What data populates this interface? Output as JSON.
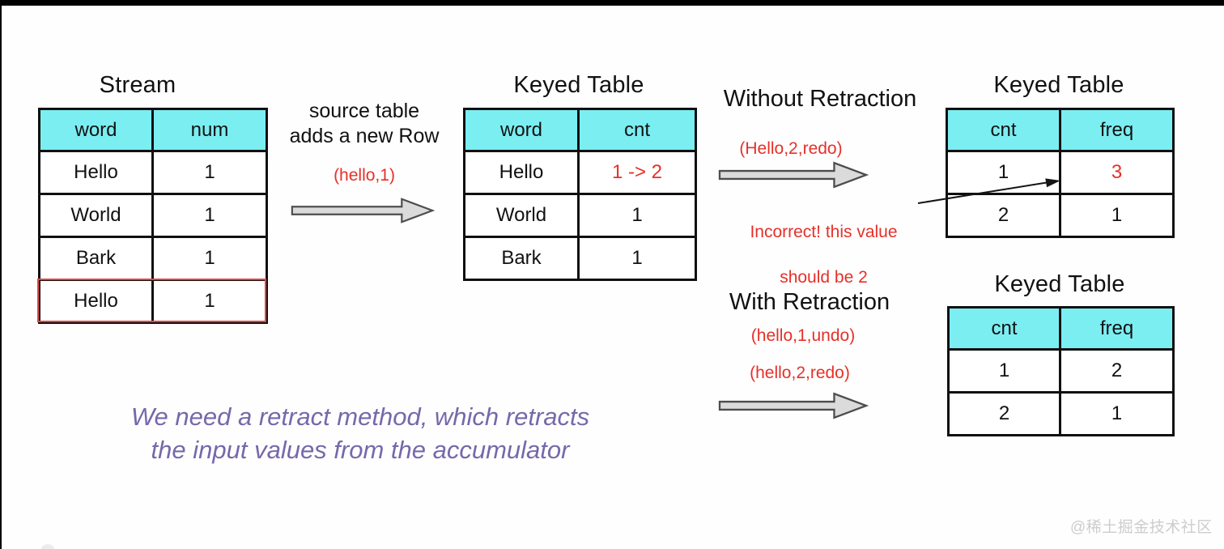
{
  "colors": {
    "header_fill": "#7beef2",
    "red": "#e63029",
    "red_outline": "#e24444",
    "purple": "#7668ab",
    "arrow_fill": "#dbdbdb",
    "arrow_stroke": "#4d4d4d",
    "watermark_gray": "#cdcdcd",
    "top_bar": "#000000"
  },
  "stream_table": {
    "title": "Stream",
    "headers": [
      "word",
      "num"
    ],
    "rows": [
      [
        "Hello",
        "1"
      ],
      [
        "World",
        "1"
      ],
      [
        "Bark",
        "1"
      ],
      [
        "Hello",
        "1"
      ]
    ]
  },
  "source_annotation": {
    "line1": "source table",
    "line2": "adds a new Row",
    "event": "(hello,1)"
  },
  "keyed_table_mid": {
    "title": "Keyed Table",
    "headers": [
      "word",
      "cnt"
    ],
    "rows": [
      [
        "Hello",
        "1 -> 2"
      ],
      [
        "World",
        "1"
      ],
      [
        "Bark",
        "1"
      ]
    ]
  },
  "without_retraction": {
    "title": "Without Retraction",
    "event": "(Hello,2,redo)",
    "note_line1": "Incorrect! this value",
    "note_line2": "should be 2"
  },
  "keyed_table_top_right": {
    "title": "Keyed Table",
    "headers": [
      "cnt",
      "freq"
    ],
    "rows": [
      [
        "1",
        "3"
      ],
      [
        "2",
        "1"
      ]
    ]
  },
  "with_retraction": {
    "title": "With Retraction",
    "event1": "(hello,1,undo)",
    "event2": "(hello,2,redo)"
  },
  "keyed_table_bottom_right": {
    "title": "Keyed Table",
    "headers": [
      "cnt",
      "freq"
    ],
    "rows": [
      [
        "1",
        "2"
      ],
      [
        "2",
        "1"
      ]
    ]
  },
  "purple_note": {
    "line1": "We need a retract method, which retracts",
    "line2": "the input values from the accumulator"
  },
  "watermark": "@稀土掘金技术社区"
}
